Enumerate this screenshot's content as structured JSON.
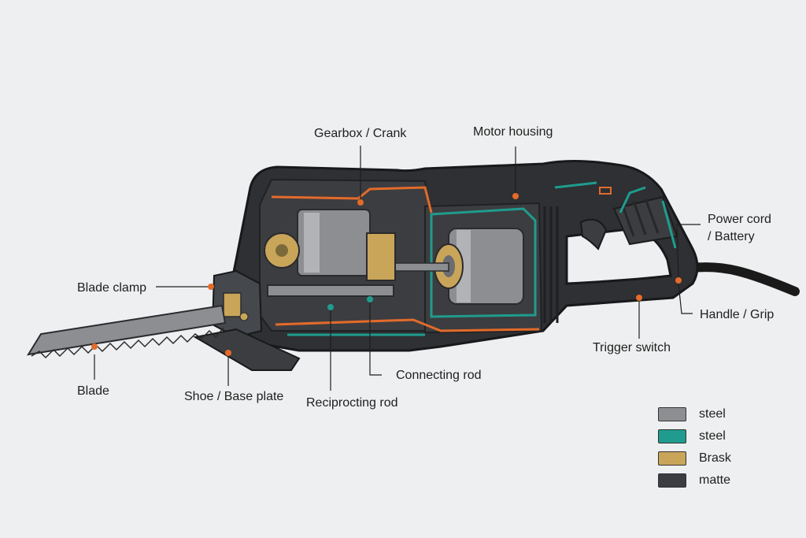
{
  "labels": {
    "gearbox": "Gearbox / Crank",
    "motor_housing": "Motor housing",
    "power_cord": [
      "Power cord",
      "/ Battery"
    ],
    "blade_clamp": "Blade clamp",
    "handle_grip": "Handle / Grip",
    "trigger_switch": "Trigger switch",
    "connecting_rod": "Connecting rod",
    "blade": "Blade",
    "shoe_base_plate": "Shoe / Base plate",
    "reciprocating_rod": "Reciprocting rod"
  },
  "legend": [
    {
      "color": "#8c8e92",
      "label": "steel"
    },
    {
      "color": "#1f9c8e",
      "label": "steel"
    },
    {
      "color": "#c9a55a",
      "label": "Brask"
    },
    {
      "color": "#3c3d40",
      "label": "matte"
    }
  ],
  "colors": {
    "body": "#2e3033",
    "body_light": "#45484c",
    "accent_orange": "#e36b2a",
    "accent_teal": "#1f9c8e",
    "steel": "#8c8e92",
    "brass": "#c9a55a"
  }
}
